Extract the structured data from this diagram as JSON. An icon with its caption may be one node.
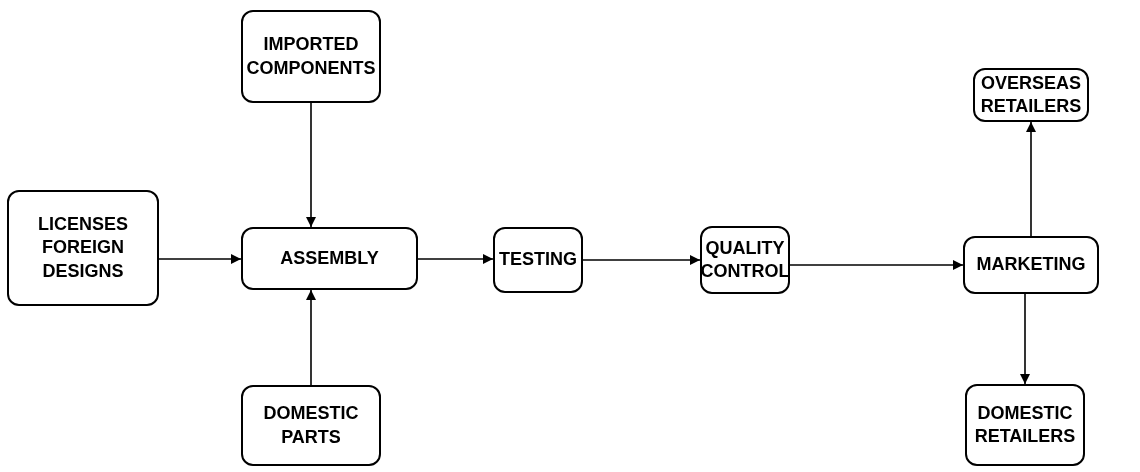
{
  "diagram": {
    "nodes": [
      {
        "text": [
          "IMPORTED COMPONENTS"
        ]
      },
      {
        "text": [
          "LICENSES FOREIGN DESIGNS"
        ]
      },
      {
        "text": [
          "ASSEMBLY"
        ]
      },
      {
        "text": [
          "DOMESTIC PARTS"
        ]
      },
      {
        "text": [
          "TESTING"
        ]
      },
      {
        "text": [
          "QUALITY CONTROL"
        ]
      },
      {
        "text": [
          "OVERSEAS RETAILERS"
        ]
      },
      {
        "text": [
          "MARKETING"
        ]
      },
      {
        "text": [
          "DOMESTIC RETAILERS"
        ]
      }
    ],
    "edges": [
      {
        "from": 0,
        "to": 2,
        "arrow": "to"
      },
      {
        "from": 1,
        "to": 2,
        "arrow": "to"
      },
      {
        "from": 3,
        "to": 2,
        "arrow": "to"
      },
      {
        "from": 2,
        "to": 4,
        "arrow": "to"
      },
      {
        "from": 4,
        "to": 5,
        "arrow": "to"
      },
      {
        "from": 5,
        "to": 7,
        "arrow": "to"
      },
      {
        "from": 7,
        "to": 6,
        "arrow": "to"
      },
      {
        "from": 7,
        "to": 8,
        "arrow": "to"
      }
    ]
  }
}
